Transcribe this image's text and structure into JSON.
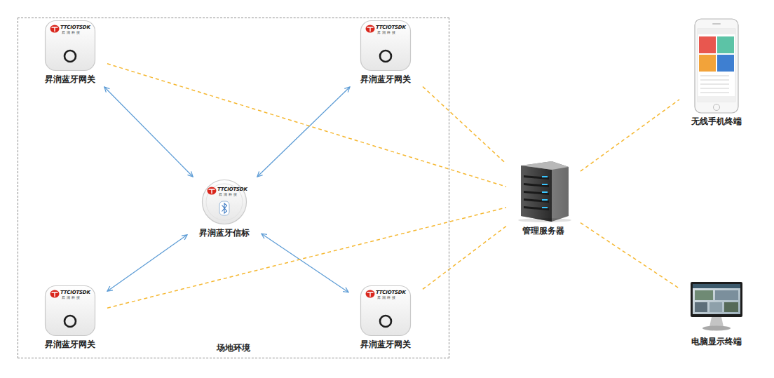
{
  "diagram": {
    "nodes": [
      {
        "text": [
          "场地环境"
        ]
      },
      {
        "text": [
          "TTCIOTSDK",
          "昇润科技",
          "昇润蓝牙网关"
        ],
        "in": 0
      },
      {
        "text": [
          "TTCIOTSDK",
          "昇润科技",
          "昇润蓝牙网关"
        ],
        "in": 0
      },
      {
        "text": [
          "TTCIOTSDK",
          "昇润科技",
          "昇润蓝牙信标"
        ],
        "in": 0
      },
      {
        "text": [
          "TTCIOTSDK",
          "昇润科技",
          "昇润蓝牙网关"
        ],
        "in": 0
      },
      {
        "text": [
          "TTCIOTSDK",
          "昇润科技",
          "昇润蓝牙网关"
        ],
        "in": 0
      },
      {
        "text": [
          "管理服务器"
        ]
      },
      {
        "text": [
          "无线手机终端"
        ]
      },
      {
        "text": [
          "电脑显示终端"
        ]
      }
    ],
    "edges": [
      {
        "from": 3,
        "to": 1,
        "arrow": "both"
      },
      {
        "from": 3,
        "to": 2,
        "arrow": "both"
      },
      {
        "from": 3,
        "to": 4,
        "arrow": "both"
      },
      {
        "from": 3,
        "to": 5,
        "arrow": "both"
      },
      {
        "from": 1,
        "to": 6,
        "arrow": "none"
      },
      {
        "from": 2,
        "to": 6,
        "arrow": "none"
      },
      {
        "from": 4,
        "to": 6,
        "arrow": "none"
      },
      {
        "from": 5,
        "to": 6,
        "arrow": "none"
      },
      {
        "from": 6,
        "to": 7,
        "arrow": "none"
      },
      {
        "from": 6,
        "to": 8,
        "arrow": "none"
      }
    ]
  }
}
